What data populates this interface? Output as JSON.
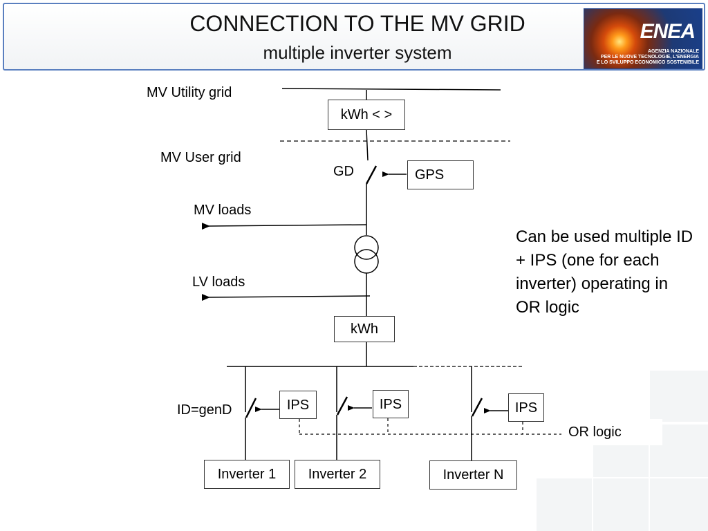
{
  "header": {
    "title": "CONNECTION TO THE MV GRID",
    "subtitle": "multiple inverter system",
    "logo": {
      "word": "ENEA",
      "sub_lines": [
        "AGENZIA NAZIONALE",
        "PER LE NUOVE TECNOLOGIE, L'ENERGIA",
        "E LO SVILUPPO ECONOMICO SOSTENIBILE"
      ]
    }
  },
  "diagram": {
    "mv_utility_grid": "MV Utility grid",
    "kwh_bidirectional": "kWh < >",
    "mv_user_grid": "MV User grid",
    "gd": "GD",
    "gps": "GPS",
    "mv_loads": "MV loads",
    "lv_loads": "LV loads",
    "kwh": "kWh",
    "id_gend": "ID=genD",
    "ips_1": "IPS",
    "ips_2": "IPS",
    "ips_n": "IPS",
    "or_logic": "OR logic",
    "inverter_1": "Inverter 1",
    "inverter_2": "Inverter 2",
    "inverter_n": "Inverter N"
  },
  "note": "Can be used multiple ID + IPS (one for each inverter) operating in OR logic"
}
